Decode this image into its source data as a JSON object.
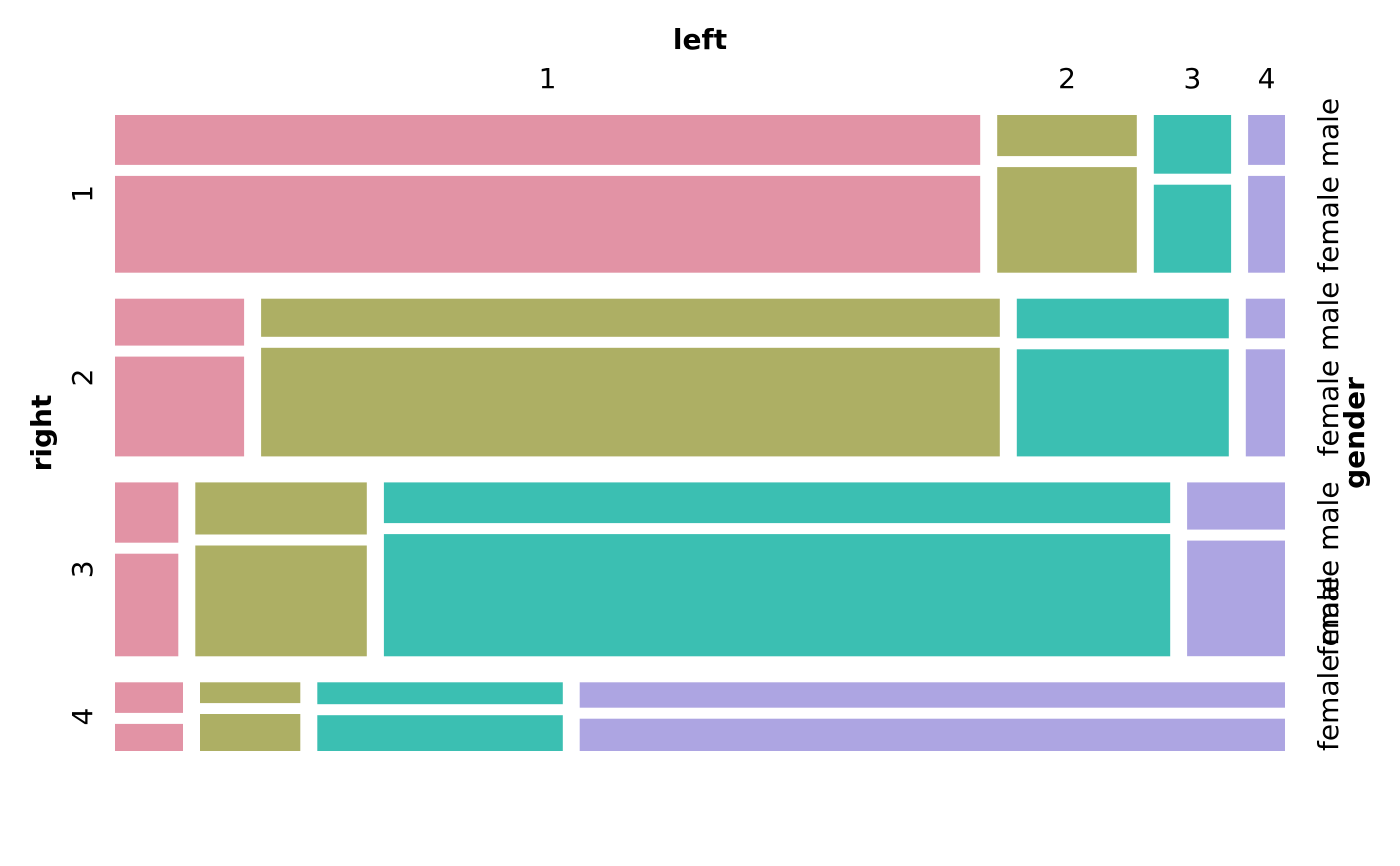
{
  "chart_data": {
    "type": "mosaic",
    "x_variable": "left",
    "y_variable": "right",
    "fill_variable": "gender",
    "x_categories": [
      "1",
      "2",
      "3",
      "4"
    ],
    "y_categories": [
      "1",
      "2",
      "3",
      "4"
    ],
    "gender_levels": [
      "male",
      "female"
    ],
    "level_colors": {
      "1": "#e293a5",
      "2": "#adaf64",
      "3": "#3bbfb2",
      "4": "#ada5e2"
    },
    "row_proportions": [
      0.39,
      0.39,
      0.43,
      0.17
    ],
    "rows": [
      {
        "right": "1",
        "cells": [
          {
            "left": "1",
            "share": 0.75,
            "male_fraction": 0.34
          },
          {
            "left": "2",
            "share": 0.121,
            "male_fraction": 0.28
          },
          {
            "left": "3",
            "share": 0.067,
            "male_fraction": 0.4
          },
          {
            "left": "4",
            "share": 0.032,
            "male_fraction": 0.34
          }
        ]
      },
      {
        "right": "2",
        "cells": [
          {
            "left": "1",
            "share": 0.112,
            "male_fraction": 0.32
          },
          {
            "left": "2",
            "share": 0.641,
            "male_fraction": 0.26
          },
          {
            "left": "3",
            "share": 0.184,
            "male_fraction": 0.27
          },
          {
            "left": "4",
            "share": 0.034,
            "male_fraction": 0.27
          }
        ]
      },
      {
        "right": "3",
        "cells": [
          {
            "left": "1",
            "share": 0.055,
            "male_fraction": 0.37
          },
          {
            "left": "2",
            "share": 0.149,
            "male_fraction": 0.32
          },
          {
            "left": "3",
            "share": 0.683,
            "male_fraction": 0.25
          },
          {
            "left": "4",
            "share": 0.085,
            "male_fraction": 0.29
          }
        ]
      },
      {
        "right": "4",
        "cells": [
          {
            "left": "1",
            "share": 0.059,
            "male_fraction": 0.53
          },
          {
            "left": "2",
            "share": 0.087,
            "male_fraction": 0.36
          },
          {
            "left": "3",
            "share": 0.213,
            "male_fraction": 0.38
          },
          {
            "left": "4",
            "share": 0.612,
            "male_fraction": 0.44
          }
        ]
      }
    ]
  },
  "axis": {
    "x_title": "left",
    "y_title": "right",
    "fill_title": "gender",
    "x_tick_labels": [
      "1",
      "2",
      "3",
      "4"
    ],
    "y_tick_labels": [
      "1",
      "2",
      "3",
      "4"
    ],
    "right_labels": [
      "female male",
      "female male",
      "female male",
      "female male"
    ]
  }
}
